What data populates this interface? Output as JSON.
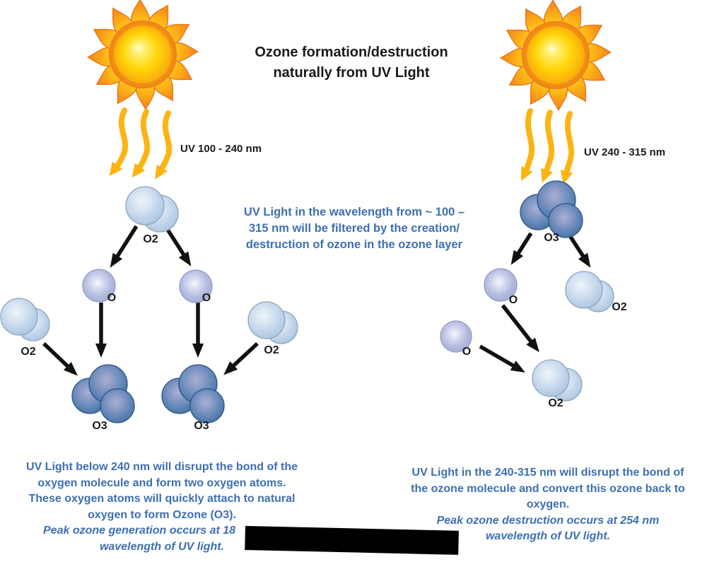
{
  "title": "Ozone formation/destruction\nnaturally from UV Light",
  "center_note": "UV Light in the wavelength from ~ 100 –\n315 nm will be filtered by the creation/\ndestruction of ozone in the ozone layer",
  "left": {
    "uv_label": "UV 100 - 240 nm",
    "caption_main": "UV Light below 240 nm will disrupt the bond of the\noxygen molecule and form two oxygen atoms.\nThese oxygen atoms will quickly attach to natural\noxygen to form Ozone (O3).",
    "caption_italic1": "Peak ozone generation occurs at 18",
    "caption_italic2": "wavelength of UV light."
  },
  "right": {
    "uv_label": "UV 240 - 315 nm",
    "caption_main": "UV Light in the 240-315 nm will disrupt the bond of\nthe ozone molecule and convert this ozone back to\noxygen.",
    "caption_italic1": "Peak ozone destruction occurs at 254 nm",
    "caption_italic2": "wavelength of UV light."
  },
  "labels": {
    "o2": "O2",
    "o": "O",
    "o3": "O3"
  },
  "colors": {
    "text_blue": "#3d6fb1",
    "label_black": "#1a1a1a",
    "uv_arrow": "#fbb413",
    "sun_orange": "#f58220",
    "sun_yellow": "#ffd60a",
    "o2_fill": "#c7d9ec",
    "o_fill": "#aab2dc",
    "o3_fill": "#5e86b8",
    "reaction_arrow": "#111111",
    "redaction": "#000000"
  }
}
